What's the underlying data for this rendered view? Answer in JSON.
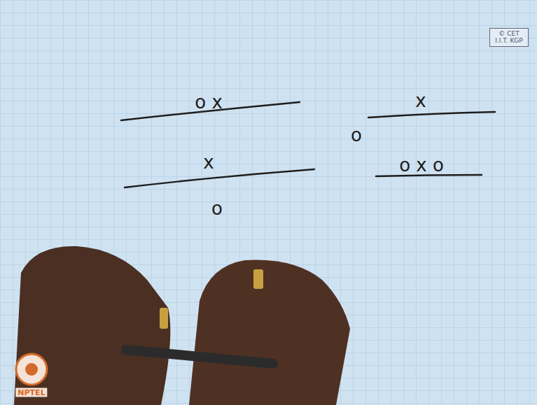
{
  "diagram": {
    "nodes": [
      {
        "text": [
          "© CET I.I.T. KGP"
        ]
      }
    ],
    "labels": [
      "o x",
      "x",
      "o",
      "x",
      "o",
      "o x o",
      "NPTEL"
    ]
  }
}
